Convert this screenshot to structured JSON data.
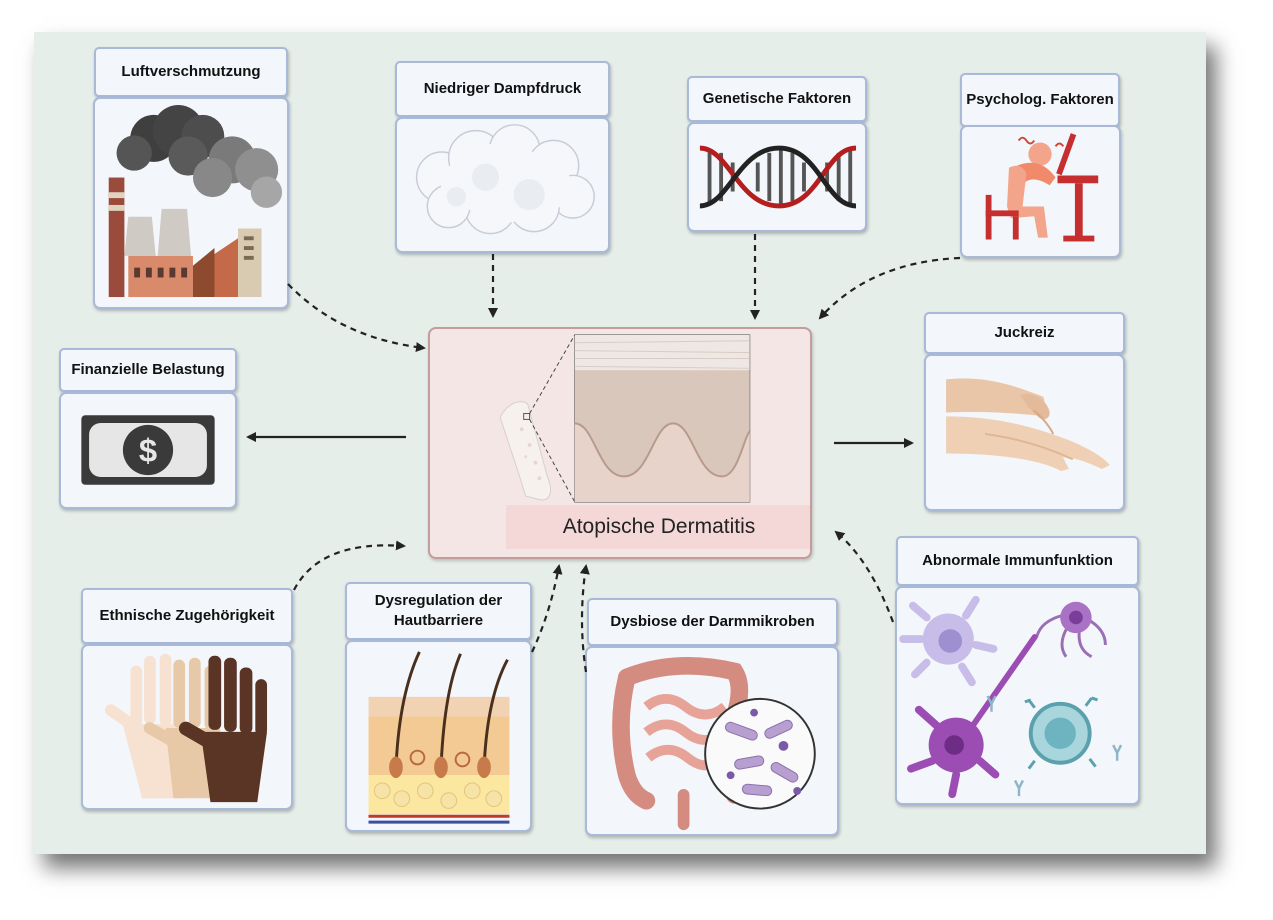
{
  "center": {
    "title": "Atopische Dermatitis"
  },
  "factors": {
    "air_pollution": "Luftverschmutzung",
    "low_vapor_pressure": "Niedriger Dampfdruck",
    "genetic": "Genetische Faktoren",
    "psychological": "Psycholog. Faktoren",
    "financial": "Finanzielle Belastung",
    "itch": "Juckreiz",
    "ethnicity": "Ethnische Zugehörigkeit",
    "barrier": "Dysregulation der Hautbarriere",
    "gut": "Dysbiose der Darmmikroben",
    "immune": "Abnormale Immunfunktion"
  },
  "colors": {
    "background": "#e6eeea",
    "box_border": "#a9b9d8",
    "box_fill": "#f3f6fb",
    "center_fill": "#f4e6e5",
    "center_border": "#c49c9c",
    "arrow": "#222222"
  },
  "icons": {
    "air_pollution": "factory-smoke-icon",
    "low_vapor_pressure": "cloud-icon",
    "genetic": "dna-helix-icon",
    "psychological": "stressed-person-at-desk-icon",
    "financial": "dollar-bill-icon",
    "itch": "scratching-hand-icon",
    "ethnicity": "diverse-hands-icon",
    "barrier": "skin-cross-section-icon",
    "gut": "intestine-microbes-icon",
    "immune": "immune-cells-icon",
    "center": "skin-histology-icon"
  }
}
